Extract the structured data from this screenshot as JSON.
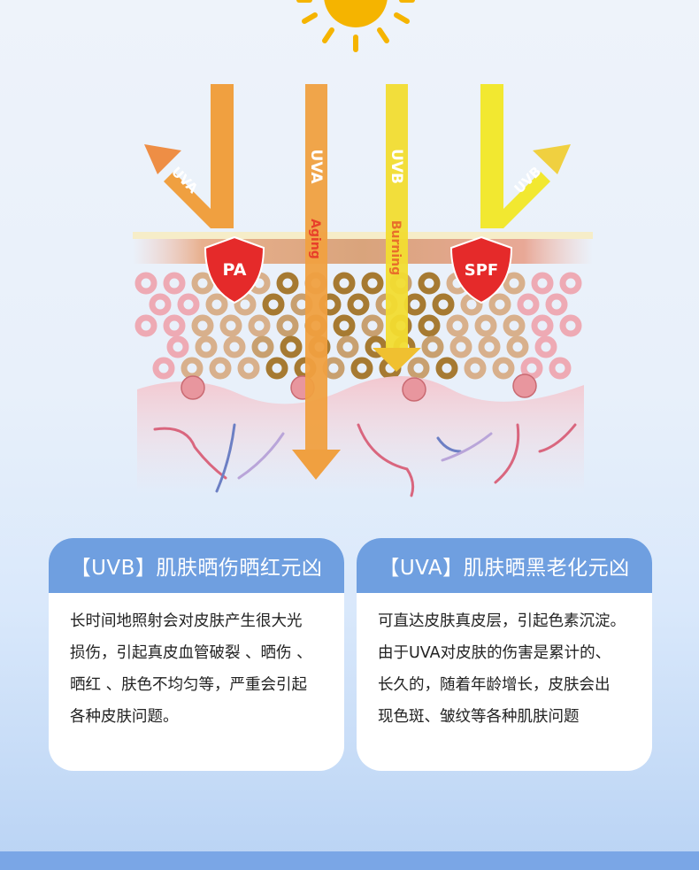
{
  "illustration": {
    "arrows": [
      {
        "label": "UVA",
        "note": "",
        "color": "#f0a040"
      },
      {
        "label": "UVA",
        "note": "Aging",
        "color": "#f0a040"
      },
      {
        "label": "UVB",
        "note": "Burning",
        "color": "#f2dc30"
      },
      {
        "label": "UVB",
        "note": "",
        "color": "#f2e830"
      }
    ],
    "shields": [
      {
        "label": "PA"
      },
      {
        "label": "SPF"
      }
    ],
    "colors": {
      "shield": "#e52a2a",
      "note_text": "#e8402a",
      "sun": "#f5b400"
    }
  },
  "cards": [
    {
      "title": "【UVB】肌肤晒伤晒红元凶",
      "lines": [
        "长时间地照射会对皮肤产生很大光",
        "损伤，引起真皮血管破裂 、晒伤 、",
        "晒红 、肤色不均匀等，严重会引起",
        "各种皮肤问题。"
      ]
    },
    {
      "title": "【UVA】肌肤晒黑老化元凶",
      "lines": [
        "可直达皮肤真皮层，引起色素沉淀。",
        "由于UVA对皮肤的伤害是累计的、",
        "长久的，随着年龄增长，皮肤会出",
        "现色斑、皱纹等各种肌肤问题"
      ]
    }
  ],
  "accent": "#6f9fe0"
}
